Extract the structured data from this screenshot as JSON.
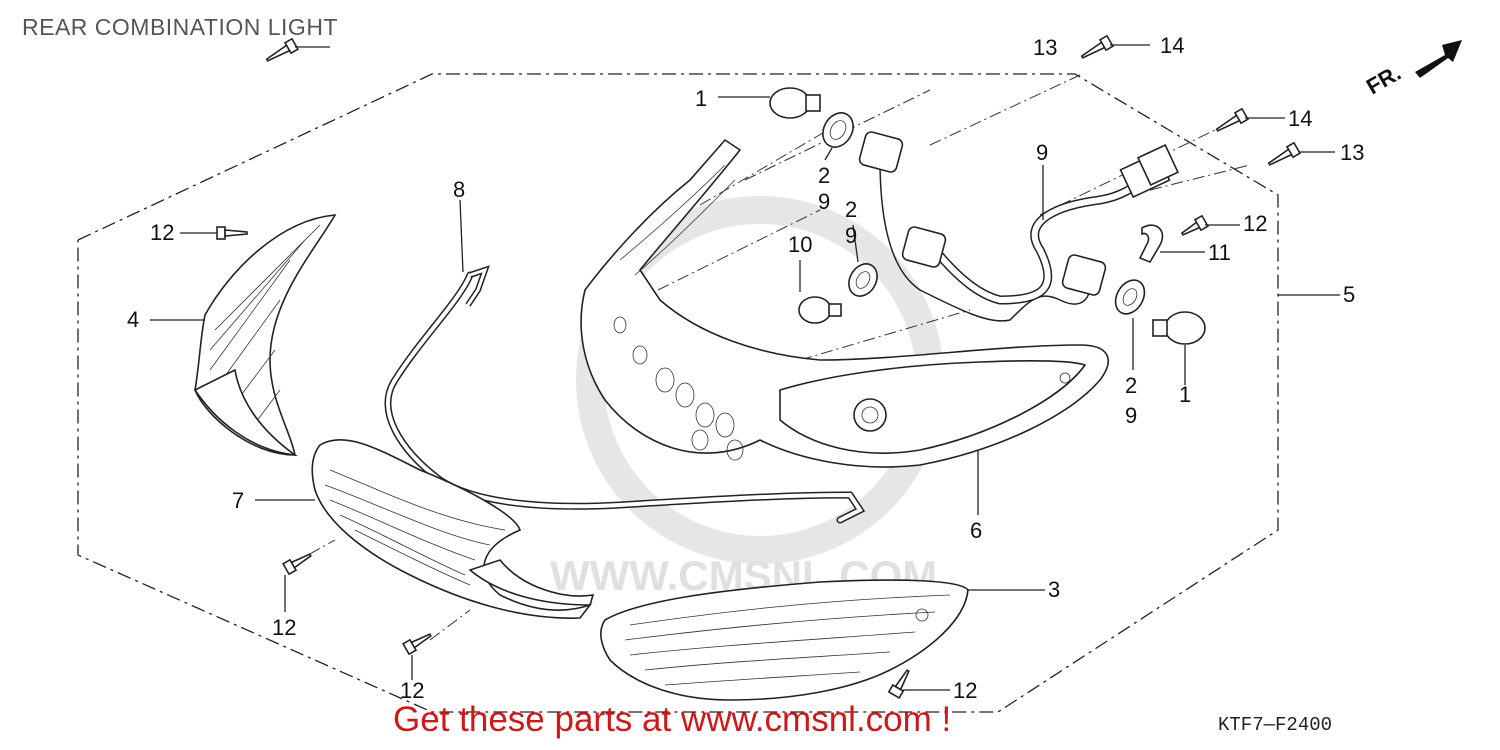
{
  "title": "REAR COMBINATION LIGHT",
  "footer": {
    "promo": "Get these parts at www.cmsnl.com !",
    "diagram_code": "KTF7—F2400"
  },
  "watermark": "WWW.CMSNL.COM",
  "direction_label": "FR.",
  "callouts": {
    "bulb_top": "1",
    "bulb_right": "1",
    "grommet_a_top": "2",
    "grommet_a_bot": "9",
    "grommet_b_top": "2",
    "grommet_b_bot": "9",
    "grommet_c_top": "2",
    "grommet_c_bot": "9",
    "lens_lower": "3",
    "lens_left": "4",
    "housing": "5",
    "base": "6",
    "lens_center": "7",
    "seal": "8",
    "harness": "9",
    "bulb_small": "10",
    "clamp": "11",
    "screw_a": "12",
    "screw_b": "12",
    "screw_c": "12",
    "screw_d": "12",
    "screw_e": "12",
    "screw_f": "13",
    "screw_g": "13",
    "screw_h": "14",
    "screw_i": "14"
  },
  "colors": {
    "promo": "#cc1a1a",
    "title": "#555555",
    "line": "#222222",
    "watermark": "#dddddd"
  }
}
